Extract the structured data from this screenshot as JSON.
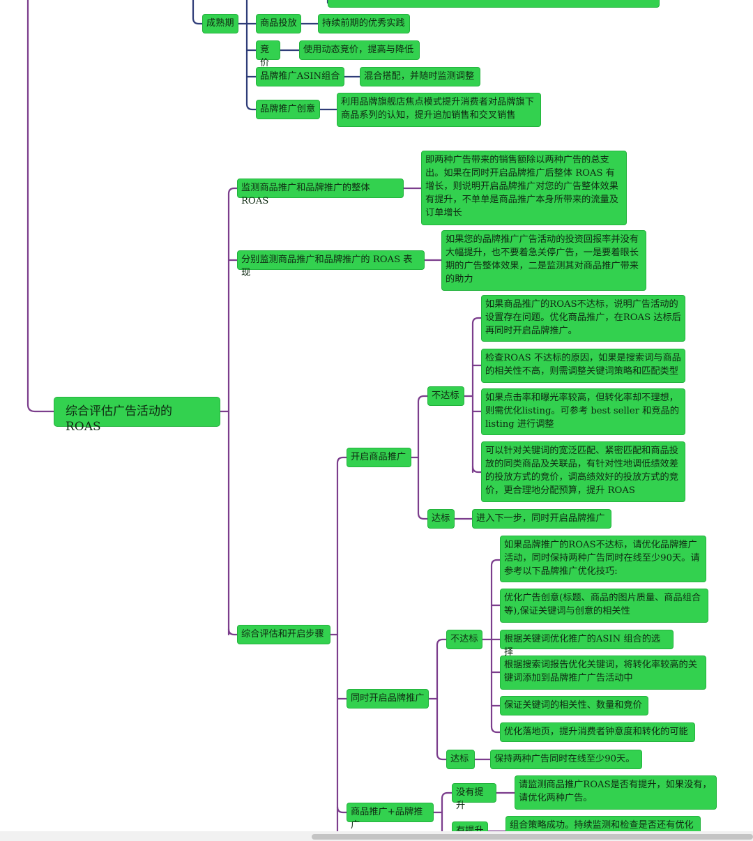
{
  "colors": {
    "node_fill": "#33d14f",
    "node_border": "#22b23c",
    "link_purple": "#7b3d8c",
    "link_navy": "#2f3d78"
  },
  "mindmap": {
    "root": "综合评估广告活动的 ROAS",
    "maturity": {
      "label": "成熟期",
      "items": [
        {
          "label": "商品投放",
          "detail": "持续前期的优秀实践"
        },
        {
          "label": "竞价",
          "detail": "使用动态竞价，提高与降低"
        },
        {
          "label": "品牌推广ASIN组合",
          "detail": "混合搭配，并随时监测调整"
        },
        {
          "label": "品牌推广创意",
          "detail": "利用品牌旗舰店焦点模式提升消费者对品牌旗下商品系列的认知，提升追加销售和交叉销售"
        }
      ]
    },
    "monitor_overall": {
      "label": "监测商品推广和品牌推广的整体 ROAS",
      "detail": "即两种广告带来的销售额除以两种广告的总支出。如果在同时开启品牌推广后整体 ROAS 有增长，则说明开启品牌推广对您的广告整体效果有提升，不单单是商品推广本身所带来的流量及订单增长"
    },
    "monitor_separate": {
      "label": "分别监测商品推广和品牌推广的 ROAS 表现",
      "detail": "如果您的品牌推广广告活动的投资回报率并没有大幅提升，也不要着急关停广告，一是要着眼长期的广告整体效果，二是监测其对商品推广带来的助力"
    },
    "steps": {
      "label": "综合评估和开启步骤",
      "sp": {
        "label": "开启商品推广",
        "fail_label": "不达标",
        "fail_items": [
          "如果商品推广的ROAS不达标，说明广告活动的设置存在问题。优化商品推广，在ROAS 达标后再同时开启品牌推广。",
          "检查ROAS 不达标的原因，如果是搜索词与商品的相关性不高，则需调整关键词策略和匹配类型",
          "如果点击率和曝光率较高，但转化率却不理想，则需优化listing。可参考 best seller 和竞品的 listing 进行调整",
          "可以针对关键词的宽泛匹配、紧密匹配和商品投放的同类商品及关联品，有针对性地调低绩效差的投放方式的竞价，调高绩效好的投放方式的竞价，更合理地分配预算，提升 ROAS"
        ],
        "pass_label": "达标",
        "pass_detail": "进入下一步，同时开启品牌推广"
      },
      "sb": {
        "label": "同时开启品牌推广",
        "fail_label": "不达标",
        "fail_items": [
          "如果品牌推广的ROAS不达标，请优化品牌推广活动，同时保持两种广告同时在线至少90天。请参考以下品牌推广优化技巧:",
          "优化广告创意(标题、商品的图片质量、商品组合等),保证关键词与创意的相关性",
          "根据关键词优化推广的ASIN 组合的选择",
          "根据搜索词报告优化关键词，将转化率较高的关键词添加到品牌推广广告活动中",
          "保证关键词的相关性、数量和竞价",
          "优化落地页，提升消费者钟意度和转化的可能"
        ],
        "pass_label": "达标",
        "pass_detail": "保持两种广告同时在线至少90天。"
      },
      "combo": {
        "label": "商品推广+品牌推广",
        "no_label": "没有提升",
        "no_detail": "请监测商品推广ROAS是否有提升，如果没有，请优化两种广告。",
        "yes_label": "有提升",
        "yes_detail": "组合策略成功。持续监测和检查是否还有优化"
      }
    }
  }
}
